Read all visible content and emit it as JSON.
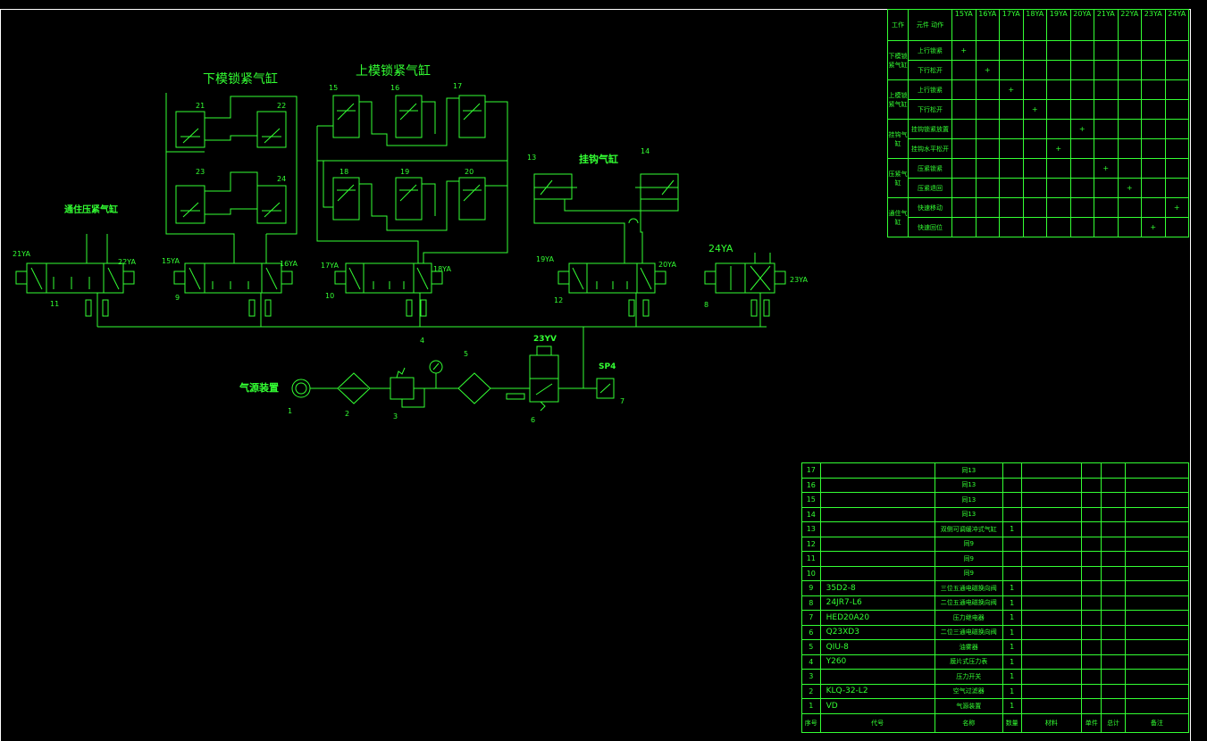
{
  "titles": {
    "lower_clamp": "下模锁紧气缸",
    "upper_clamp": "上模锁紧气缸",
    "hook": "挂钩气缸",
    "side_press": "通住压紧气缸",
    "air_source": "气源装置",
    "valve_23": "23YV",
    "sp": "SP4"
  },
  "labels": {
    "c21": "21",
    "c22": "22",
    "c23": "23",
    "c24": "24",
    "c15": "15",
    "c16": "16",
    "c17": "17",
    "c18": "18",
    "c19": "19",
    "c20": "20",
    "c13": "13",
    "c14": "14",
    "ya15": "15YA",
    "ya16": "16YA",
    "ya17": "17YA",
    "ya18": "18YA",
    "ya19": "19YA",
    "ya20": "20YA",
    "ya21": "21YA",
    "ya22": "22YA",
    "ya23": "23YA",
    "ya24": "24YA",
    "n1": "1",
    "n2": "2",
    "n3": "3",
    "n4": "4",
    "n5": "5",
    "n6": "6",
    "n7": "7",
    "n8": "8",
    "n9": "9",
    "n10": "10",
    "n11": "11",
    "n12": "12"
  },
  "action_table": {
    "corner_top": "元件",
    "corner_bottom": "动作",
    "corner_left": "工作",
    "columns": [
      "15YA",
      "16YA",
      "17YA",
      "18YA",
      "19YA",
      "20YA",
      "21YA",
      "22YA",
      "23YA",
      "24YA"
    ],
    "groups": [
      {
        "name": "下模锁紧气缸",
        "rows": [
          {
            "action": "上行锁紧",
            "mark_col": 0
          },
          {
            "action": "下行松开",
            "mark_col": 1
          }
        ]
      },
      {
        "name": "上模锁紧气缸",
        "rows": [
          {
            "action": "上行锁紧",
            "mark_col": 2
          },
          {
            "action": "下行松开",
            "mark_col": 3
          }
        ]
      },
      {
        "name": "挂钩气缸",
        "rows": [
          {
            "action": "挂钩锁紧放置",
            "mark_col": 5
          },
          {
            "action": "挂钩水平松开",
            "mark_col": 4
          }
        ]
      },
      {
        "name": "压紧气缸",
        "rows": [
          {
            "action": "压紧锁紧",
            "mark_col": 6
          },
          {
            "action": "压紧退回",
            "mark_col": 7
          }
        ]
      },
      {
        "name": "通住气缸",
        "rows": [
          {
            "action": "快速移动",
            "mark_col": 9
          },
          {
            "action": "快速回位",
            "mark_col": 8
          }
        ]
      }
    ],
    "mark": "+"
  },
  "parts_list": {
    "rows": [
      {
        "no": "17",
        "code": "",
        "name": "同13",
        "qty": ""
      },
      {
        "no": "16",
        "code": "",
        "name": "同13",
        "qty": ""
      },
      {
        "no": "15",
        "code": "",
        "name": "同13",
        "qty": ""
      },
      {
        "no": "14",
        "code": "",
        "name": "同13",
        "qty": ""
      },
      {
        "no": "13",
        "code": "",
        "name": "双侧可调缓冲式气缸",
        "qty": "1"
      },
      {
        "no": "12",
        "code": "",
        "name": "同9",
        "qty": ""
      },
      {
        "no": "11",
        "code": "",
        "name": "同9",
        "qty": ""
      },
      {
        "no": "10",
        "code": "",
        "name": "同9",
        "qty": ""
      },
      {
        "no": "9",
        "code": "35D2-8",
        "name": "三位五通电磁换向阀",
        "qty": "1"
      },
      {
        "no": "8",
        "code": "24JR7-L6",
        "name": "二位五通电磁换向阀",
        "qty": "1"
      },
      {
        "no": "7",
        "code": "HED20A20",
        "name": "压力继电器",
        "qty": "1"
      },
      {
        "no": "6",
        "code": "Q23XD3",
        "name": "二位三通电磁换向阀",
        "qty": "1"
      },
      {
        "no": "5",
        "code": "QIU-8",
        "name": "油雾器",
        "qty": "1"
      },
      {
        "no": "4",
        "code": "Y260",
        "name": "膜片式压力表",
        "qty": "1"
      },
      {
        "no": "3",
        "code": "",
        "name": "压力开关",
        "qty": "1"
      },
      {
        "no": "2",
        "code": "KLQ-32-L2",
        "name": "空气过滤器",
        "qty": "1"
      },
      {
        "no": "1",
        "code": "VD",
        "name": "气源装置",
        "qty": "1"
      }
    ],
    "header": {
      "no": "序号",
      "code": "代号",
      "name": "名称",
      "qty": "数量",
      "material": "材料",
      "weight": "单件",
      "total": "总计",
      "remark": "备注"
    }
  },
  "colors": {
    "line": "#33ff33",
    "border": "#ffffff",
    "background": "#000000"
  }
}
